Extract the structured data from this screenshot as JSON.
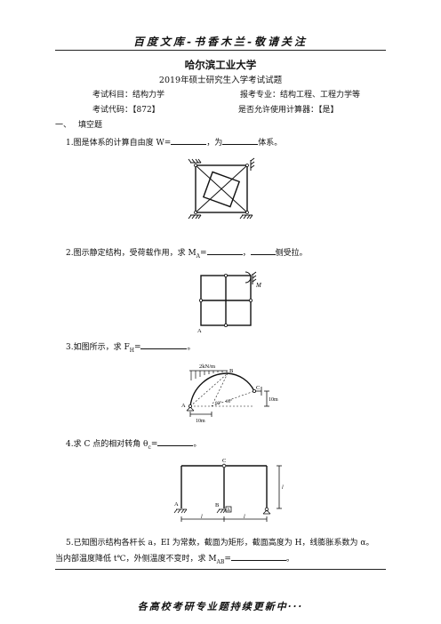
{
  "header": {
    "banner": "百度文库-书香木兰-敬请关注",
    "university": "哈尔滨工业大学",
    "exam_title": "2019年硕士研究生入学考试试题",
    "subject": "考试科目：结构力学",
    "major": "报考专业：结构工程、工程力学等",
    "code": "考试代码：【872】",
    "calculator": "是否允许使用计算器：【是】"
  },
  "section": {
    "number": "一、",
    "title": "填空题"
  },
  "questions": {
    "q1": {
      "a": "1.图是体系的计算自由度 W=",
      "b": "，为",
      "c": "体系。"
    },
    "q2": {
      "a": "2.图示静定结构，受荷载作用，求 M",
      "sub": "A",
      "b": "=",
      "c": "，",
      "d": "侧受拉。"
    },
    "q3": {
      "a": "3.如图所示，求 F",
      "sub": "H",
      "b": "=",
      "c": "。"
    },
    "q4": {
      "a": "4.求 C 点的相对转角 θ",
      "sub": "c",
      "b": "=",
      "c": "。"
    },
    "q5": {
      "line1": "5.已知图示结构各杆长 a，EI 为常数，截面为矩形，截面高度为 H，线膨胀系数为 α。",
      "line2a": "当内部温度降低 t℃，外侧温度不变时，求 M",
      "sub": "AB",
      "line2b": "=",
      "line2c": "。"
    }
  },
  "figures": {
    "fig2": {
      "label_M": "M",
      "label_A": "A"
    },
    "fig3": {
      "load": "2kN/m",
      "B": "B",
      "C": "C",
      "A": "A",
      "angle1": "60°",
      "angle2": "60°",
      "dim_h": "10m",
      "dim_w": "10m"
    },
    "fig4": {
      "C": "C",
      "A": "A",
      "B": "B",
      "dim_l1": "l",
      "dim_l2": "l",
      "dim_lv": "l",
      "delta": "Δ"
    }
  },
  "footer": {
    "text": "各高校考研专业题持续更新中···"
  }
}
